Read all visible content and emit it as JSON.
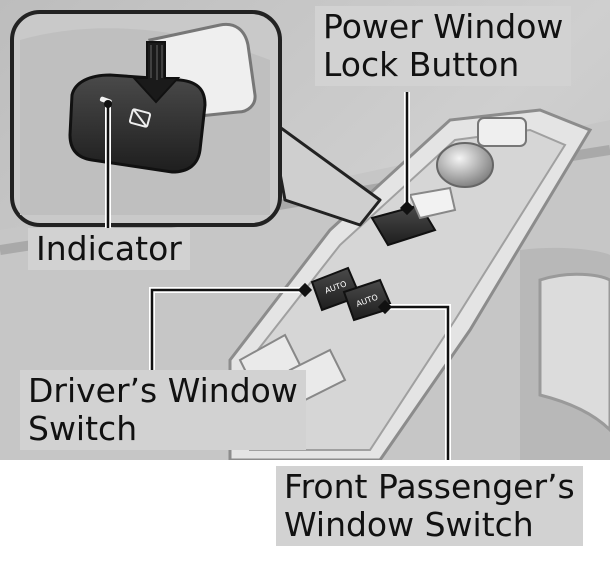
{
  "labels": {
    "lock_button": [
      "Power Window",
      "Lock Button"
    ],
    "indicator": "Indicator",
    "driver_switch": [
      "Driver’s Window",
      "Switch"
    ],
    "passenger_switch": [
      "Front Passenger’s",
      "Window Switch"
    ]
  },
  "switch_text": {
    "driver": "AUTO",
    "passenger": "AUTO"
  }
}
